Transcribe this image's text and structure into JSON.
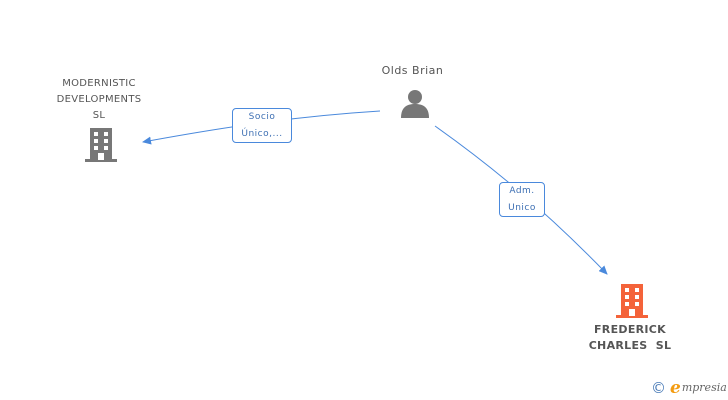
{
  "nodes": {
    "person": {
      "name": "Olds Brian"
    },
    "company_left": {
      "lines": [
        "MODERNISTIC",
        "DEVELOPMENTS",
        "SL"
      ]
    },
    "company_right": {
      "lines": [
        "FREDERICK",
        "CHARLES  SL"
      ]
    }
  },
  "edges": {
    "to_left": {
      "label_lines": [
        "Socio",
        "Único,..."
      ]
    },
    "to_right": {
      "label_lines": [
        "Adm.",
        "Unico"
      ]
    }
  },
  "colors": {
    "edge": "#4a89dc",
    "company_gray": "#777777",
    "company_highlight": "#f4633a",
    "person_gray": "#777777"
  },
  "watermark": {
    "copyright": "©",
    "brand_initial": "e",
    "brand_rest": "mpresia"
  }
}
